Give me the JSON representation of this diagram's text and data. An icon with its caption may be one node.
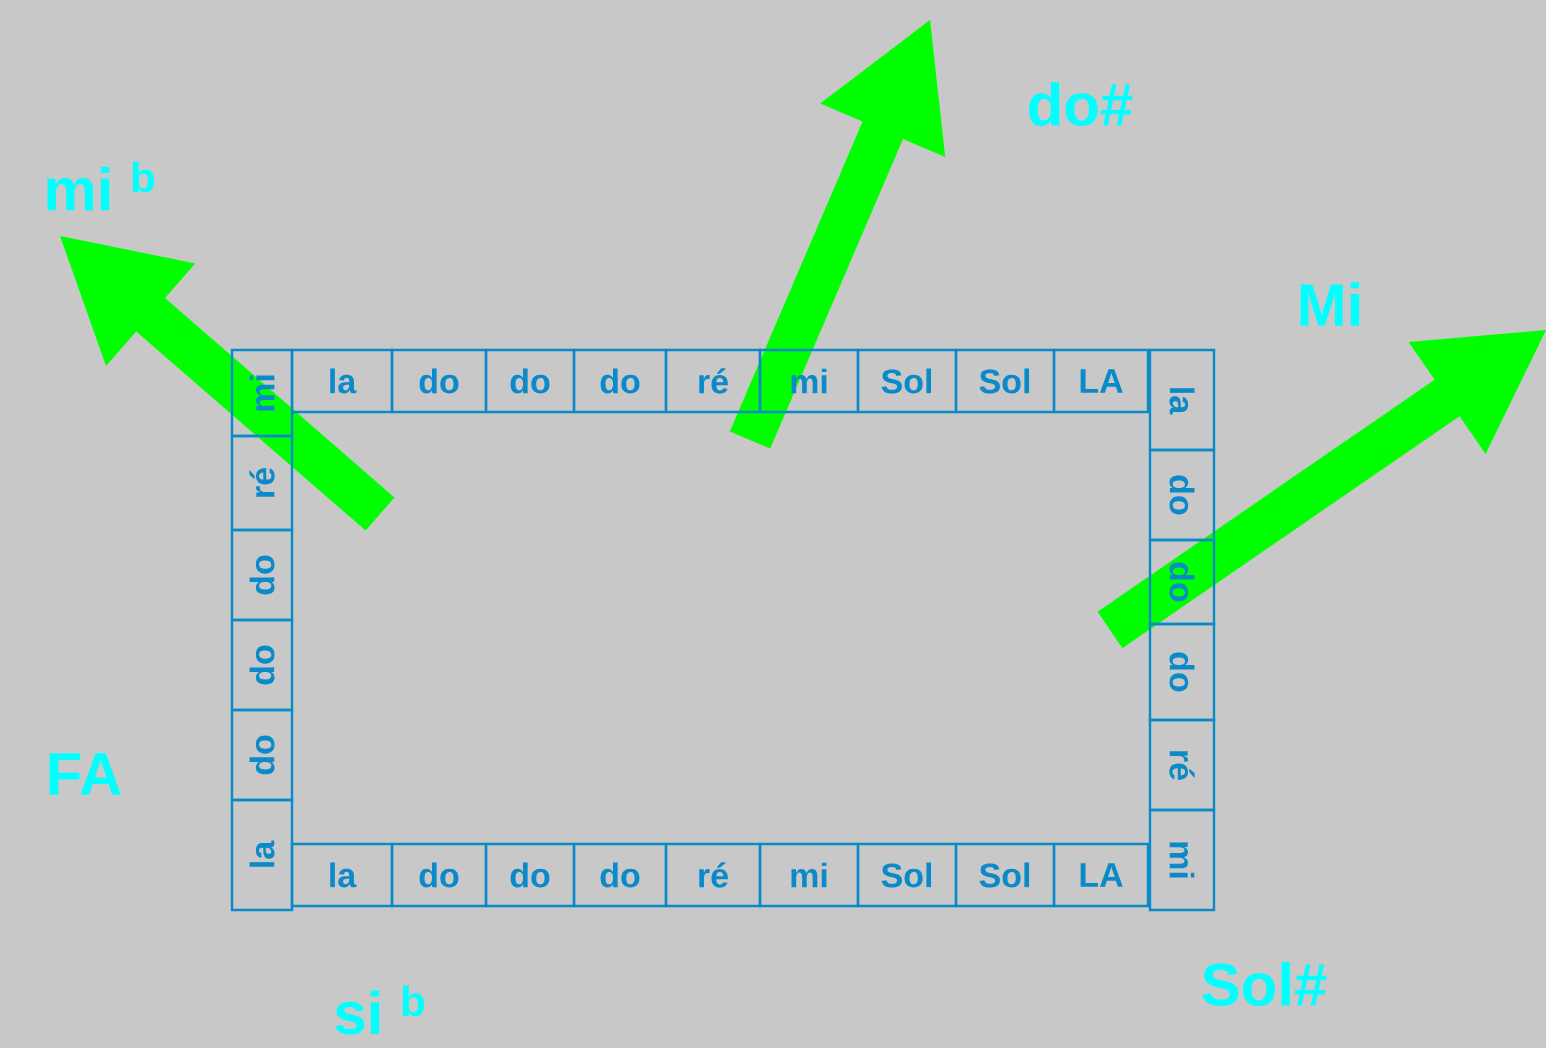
{
  "diagram": {
    "nodes": [
      {
        "text": [
          "la"
        ]
      },
      {
        "text": [
          "do"
        ]
      },
      {
        "text": [
          "do"
        ]
      },
      {
        "text": [
          "do"
        ]
      },
      {
        "text": [
          "ré"
        ]
      },
      {
        "text": [
          "mi"
        ]
      },
      {
        "text": [
          "Sol"
        ]
      },
      {
        "text": [
          "Sol"
        ]
      },
      {
        "text": [
          "LA"
        ]
      },
      {
        "text": [
          "la"
        ]
      },
      {
        "text": [
          "do"
        ]
      },
      {
        "text": [
          "do"
        ]
      },
      {
        "text": [
          "do"
        ]
      },
      {
        "text": [
          "ré"
        ]
      },
      {
        "text": [
          "mi"
        ]
      },
      {
        "text": [
          "la"
        ]
      },
      {
        "text": [
          "do"
        ]
      },
      {
        "text": [
          "do"
        ]
      },
      {
        "text": [
          "do"
        ]
      },
      {
        "text": [
          "ré"
        ]
      },
      {
        "text": [
          "mi"
        ]
      },
      {
        "text": [
          "la"
        ]
      },
      {
        "text": [
          "do"
        ]
      },
      {
        "text": [
          "do"
        ]
      },
      {
        "text": [
          "do"
        ]
      },
      {
        "text": [
          "ré"
        ]
      },
      {
        "text": [
          "mi"
        ]
      },
      {
        "text": [
          "Sol"
        ]
      },
      {
        "text": [
          "Sol"
        ]
      },
      {
        "text": [
          "LA"
        ]
      }
    ],
    "labels": [
      "mi $^{b}$",
      "do#",
      "Mi",
      "FA",
      "si $^{b}$",
      "Sol#"
    ]
  }
}
